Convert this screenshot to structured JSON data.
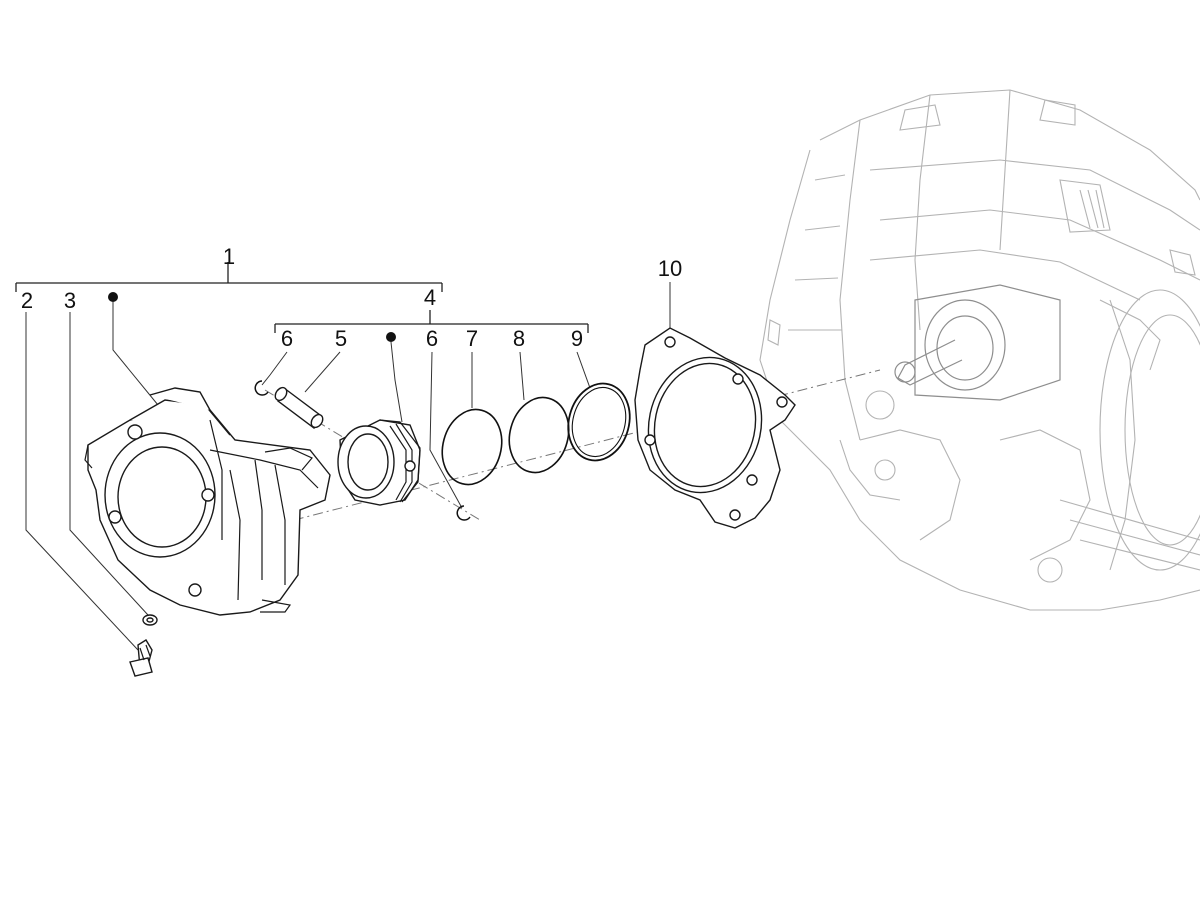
{
  "callouts": {
    "c1": "1",
    "c2": "2",
    "c3": "3",
    "c4": "4",
    "c5": "5",
    "c6a": "6",
    "c6b": "6",
    "c7": "7",
    "c8": "8",
    "c9": "9",
    "c10": "10"
  },
  "parts": [
    {
      "ref": "1",
      "name": "cylinder-piston-assembly"
    },
    {
      "ref": "2",
      "name": "flange-bolt"
    },
    {
      "ref": "3",
      "name": "washer"
    },
    {
      "ref": "4",
      "name": "piston-kit"
    },
    {
      "ref": "5",
      "name": "piston-pin"
    },
    {
      "ref": "6",
      "name": "circlip"
    },
    {
      "ref": "7",
      "name": "piston-ring"
    },
    {
      "ref": "8",
      "name": "piston-ring"
    },
    {
      "ref": "9",
      "name": "oil-scraper-ring"
    },
    {
      "ref": "10",
      "name": "cylinder-base-gasket"
    }
  ],
  "colors": {
    "line": "#1a1a1a",
    "engine_outline": "#b3b3b3",
    "background": "#ffffff"
  }
}
